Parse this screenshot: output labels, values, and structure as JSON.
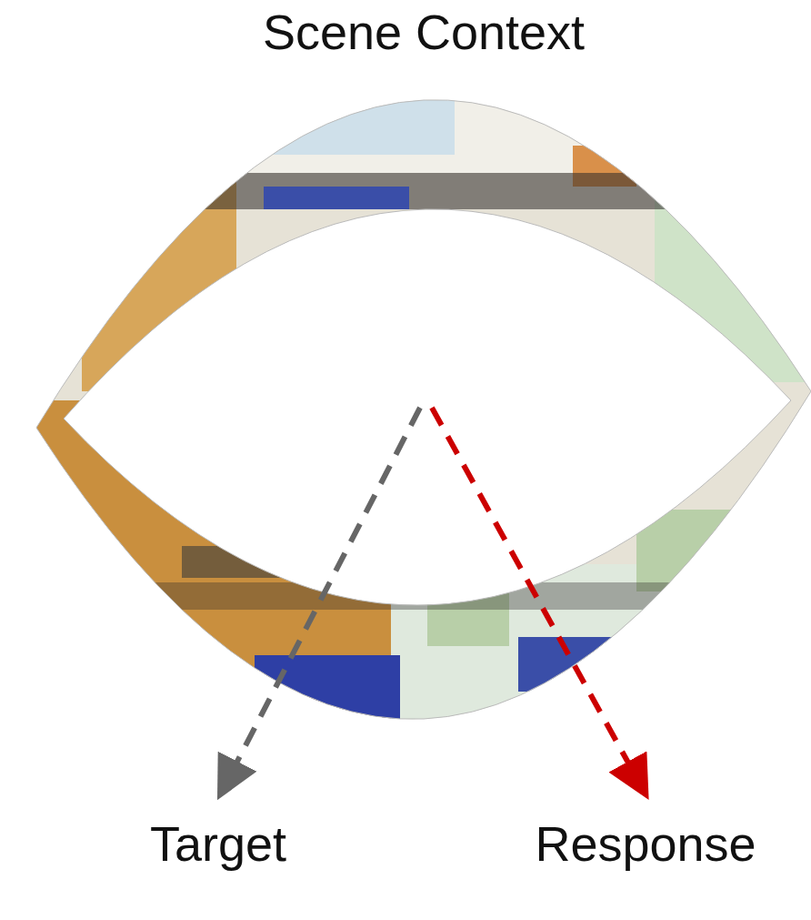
{
  "diagram": {
    "title": "Scene Context",
    "labels": [
      "Target",
      "Response"
    ]
  }
}
